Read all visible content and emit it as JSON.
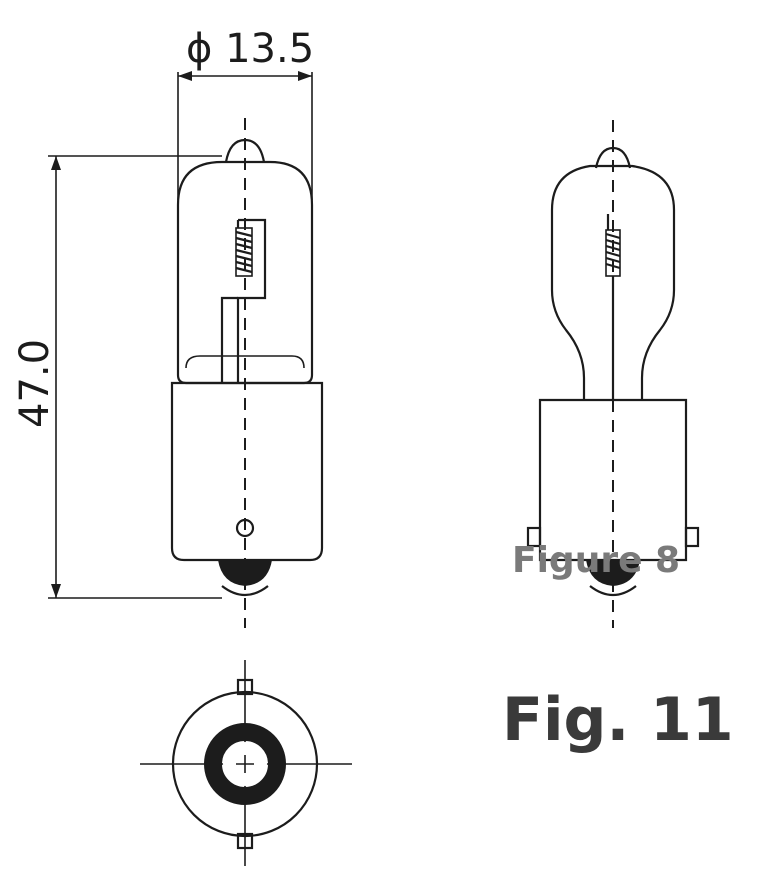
{
  "dimensions": {
    "diameter": "ϕ 13.5",
    "length": "47.0"
  },
  "labels": {
    "overlay_figure": "Figure 8",
    "figure_caption": "Fig. 11"
  },
  "colors": {
    "line": "#1c1c1c",
    "caption": "#3a3a3a",
    "overlay": "#7a7a7a"
  }
}
